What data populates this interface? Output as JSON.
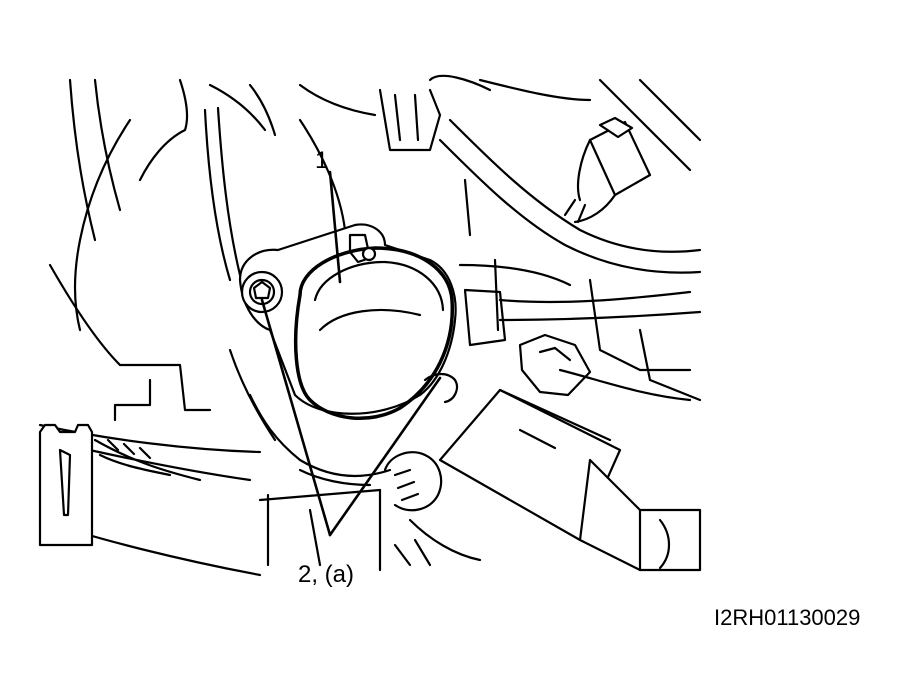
{
  "diagram": {
    "callout_1": "1",
    "callout_2": "2, (a)",
    "figure_code": "I2RH01130029"
  }
}
